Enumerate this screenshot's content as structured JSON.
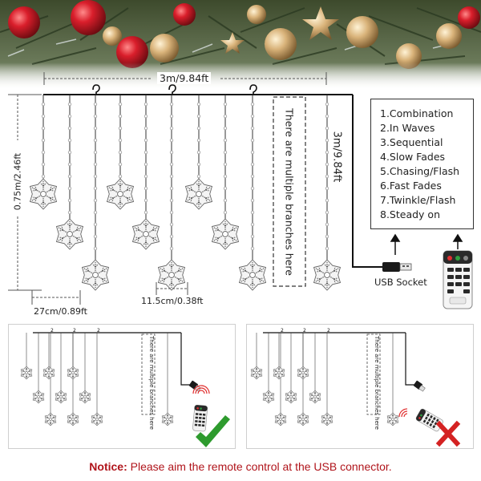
{
  "width_label": "3m/9.84ft",
  "drop_label": "0.75m/2.46ft",
  "length_label": "3m/9.84ft",
  "branch_note": "There are multiple branches here",
  "spacing_label_1": "27cm/0.89ft",
  "spacing_label_2": "11.5cm/0.38ft",
  "usb_label": "USB Socket",
  "hook_icon": "hook-icon",
  "modes": [
    "1.Combination",
    "2.In Waves",
    "3.Sequential",
    "4.Slow Fades",
    "5.Chasing/Flash",
    "6.Fast Fades",
    "7.Twinkle/Flash",
    "8.Steady on"
  ],
  "panels": {
    "left_branch_note": "There are multiple branches here",
    "right_branch_note": "There are multiple branches here",
    "correct_icon": "check-mark-icon",
    "wrong_icon": "x-mark-icon",
    "correct_color": "#2e9b2e",
    "wrong_color": "#d42222"
  },
  "notice": {
    "prefix": "Notice:",
    "text": "Please aim the remote control at the USB connector."
  },
  "colors": {
    "notice": "#b0141b",
    "wire": "#111111"
  }
}
